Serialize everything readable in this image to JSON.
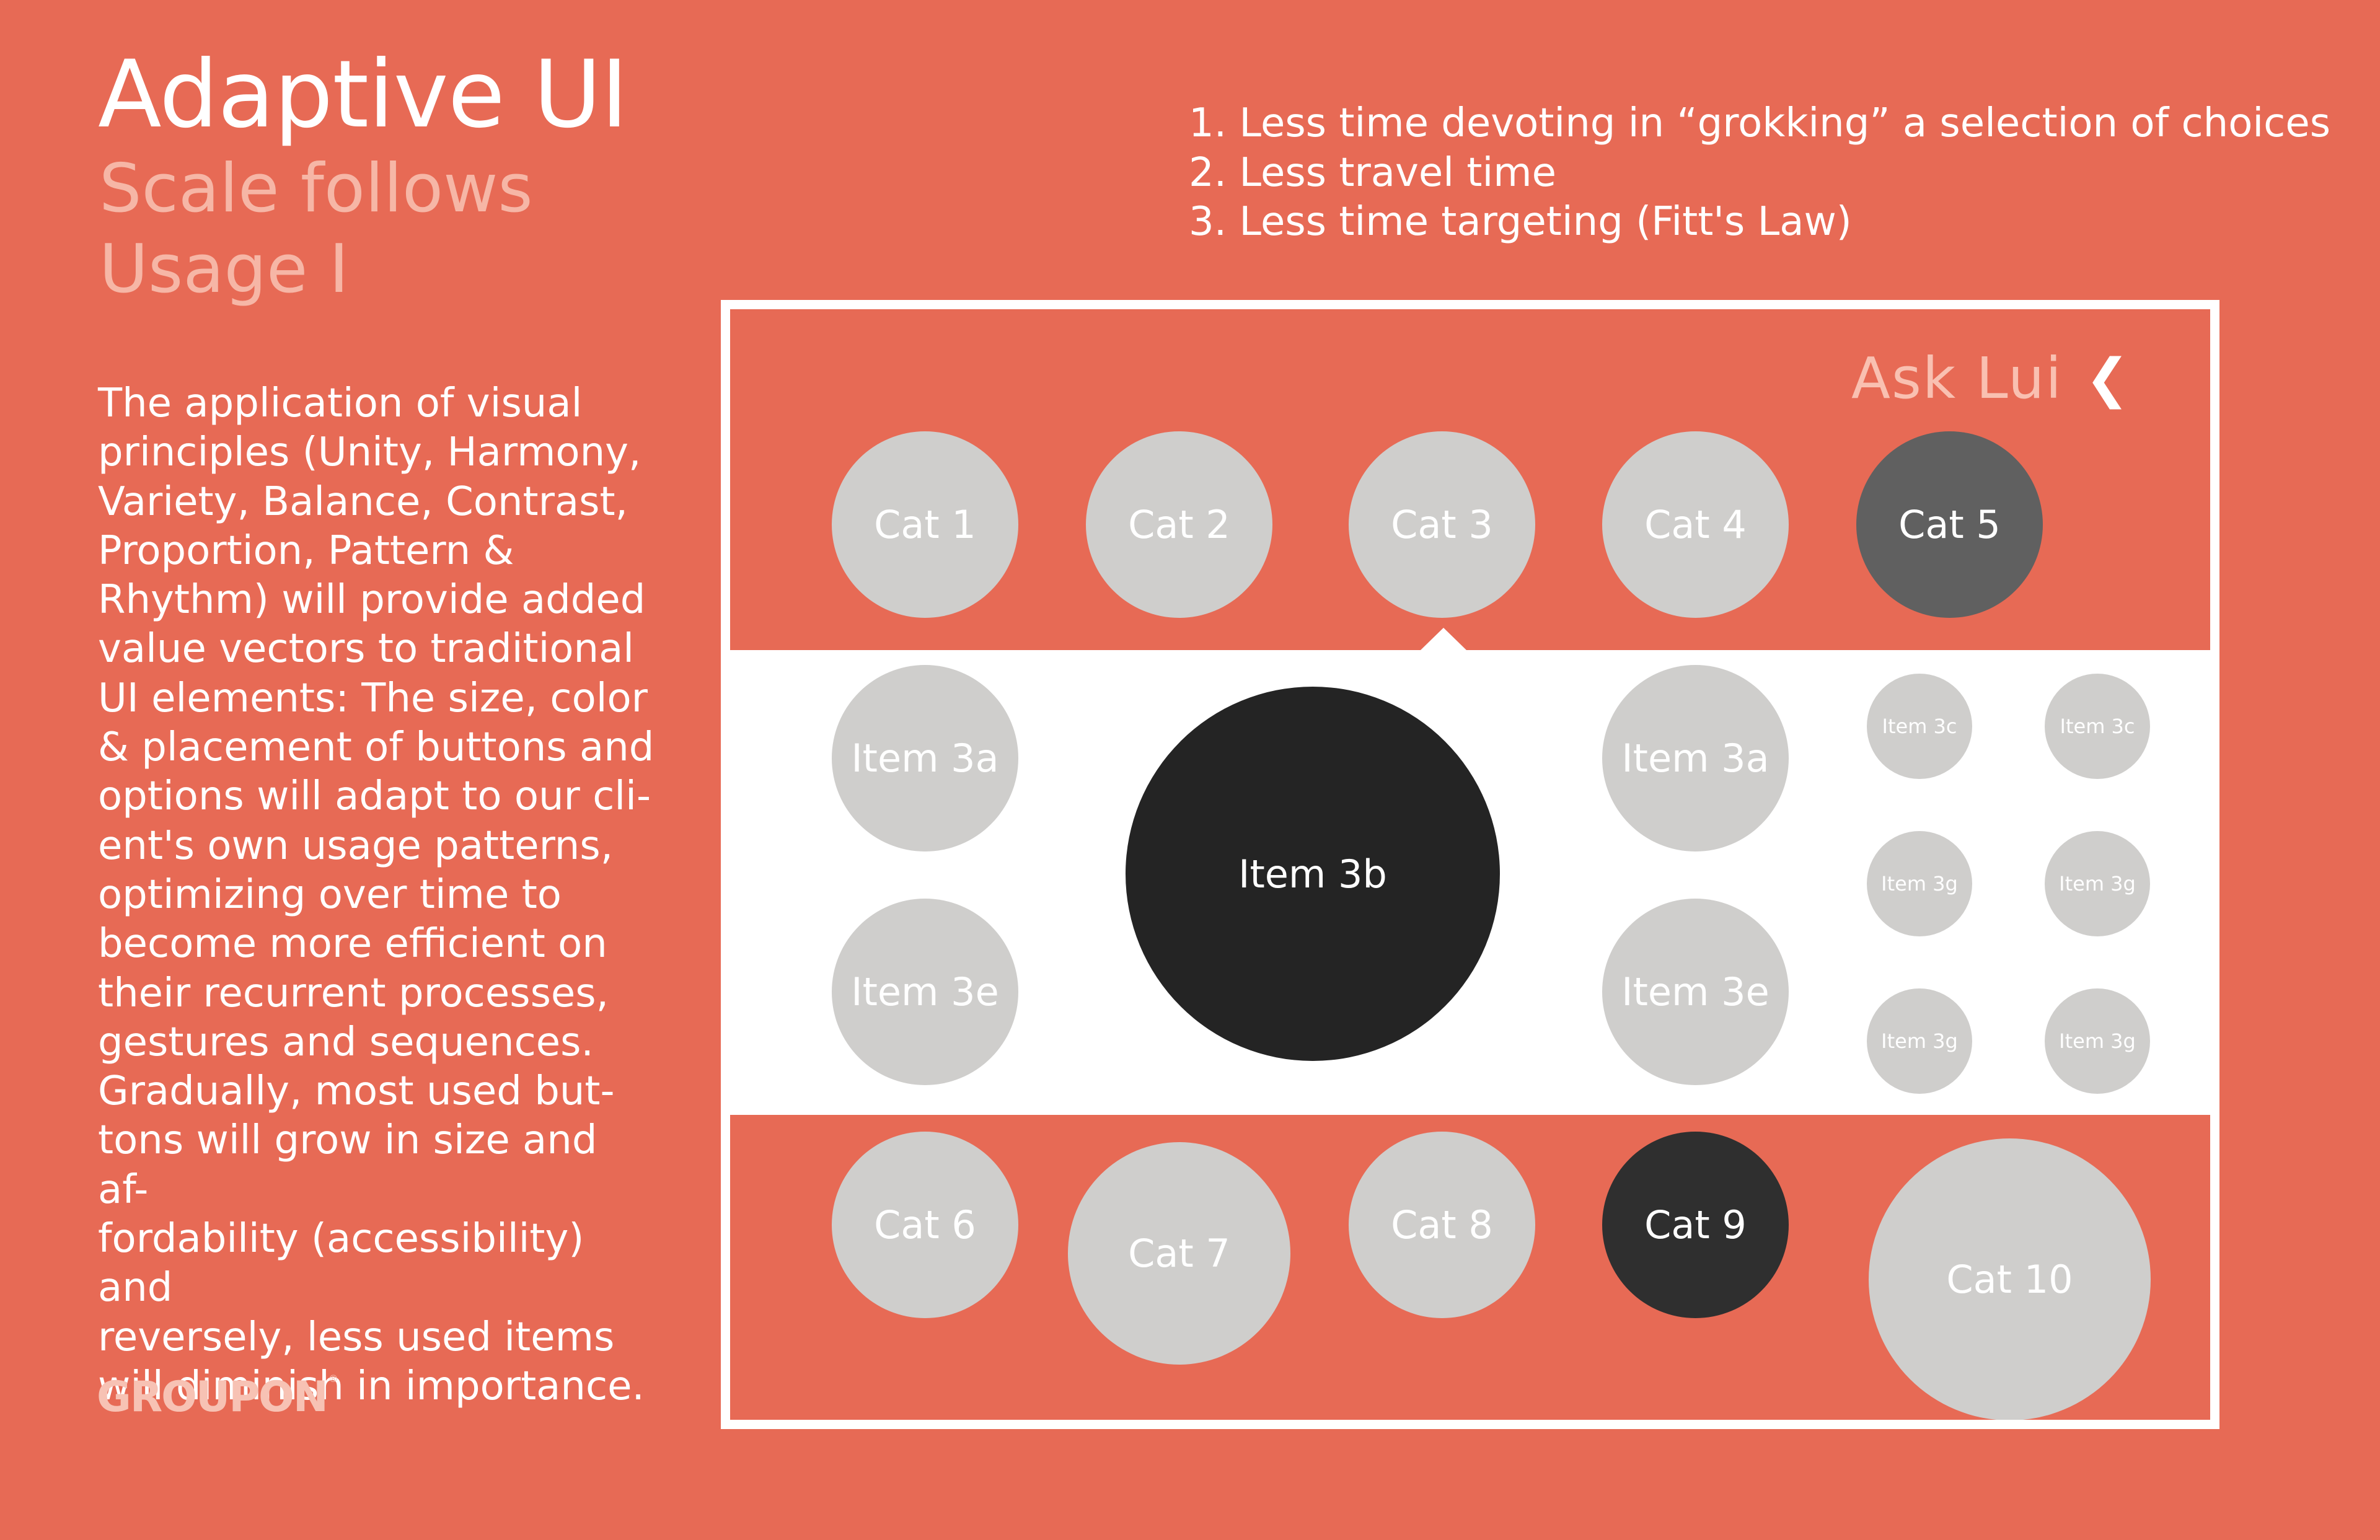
{
  "header": {
    "title": "Adaptive UI",
    "subtitle_line1": "Scale follows",
    "subtitle_line2": "Usage I"
  },
  "description": "The application of visual\nprinciples (Unity, Harmony,\nVariety, Balance, Contrast,\nProportion, Pattern &\nRhythm) will provide added\nvalue vectors to traditional\nUI elements: The size, color\n& placement of buttons and\noptions will adapt to our cli-\nent's own usage patterns,\noptimizing over time to\nbecome more efficient on\ntheir recurrent processes,\ngestures and sequences.\nGradually, most used but-\ntons will grow in size and af-\nfordability (accessibility) and\nreversely, less used items\nwill diminish in importance.",
  "logo": "GROUPON",
  "benefits": [
    "1. Less time devoting in “grokking” a selection of choices",
    "2. Less travel time",
    "3. Less time targeting (Fitt's Law)"
  ],
  "mockup": {
    "ask_label": "Ask Lui",
    "back_icon": "chevron-left-icon",
    "top_categories": [
      {
        "label": "Cat 1",
        "state": "default"
      },
      {
        "label": "Cat 2",
        "state": "default"
      },
      {
        "label": "Cat 3",
        "state": "selected"
      },
      {
        "label": "Cat 4",
        "state": "default"
      },
      {
        "label": "Cat 5",
        "state": "highlighted"
      }
    ],
    "items_left": [
      {
        "label": "Item 3a"
      },
      {
        "label": "Item 3e"
      }
    ],
    "item_center": {
      "label": "Item 3b"
    },
    "items_right": [
      {
        "label": "Item 3a"
      },
      {
        "label": "Item 3e"
      }
    ],
    "items_small": [
      {
        "label": "Item 3c"
      },
      {
        "label": "Item 3c"
      },
      {
        "label": "Item 3g"
      },
      {
        "label": "Item 3g"
      },
      {
        "label": "Item 3g"
      },
      {
        "label": "Item 3g"
      }
    ],
    "bottom_categories": [
      {
        "label": "Cat 6"
      },
      {
        "label": "Cat 7"
      },
      {
        "label": "Cat 8"
      },
      {
        "label": "Cat 9",
        "state": "highlighted"
      },
      {
        "label": "Cat 10"
      }
    ]
  },
  "colors": {
    "background": "#e76a55",
    "circle_light": "#cfcecc",
    "circle_highlight_gray": "#606060",
    "circle_dark": "#2f2f2f",
    "circle_black": "#242424",
    "subtitle": "#f6b6a6"
  }
}
